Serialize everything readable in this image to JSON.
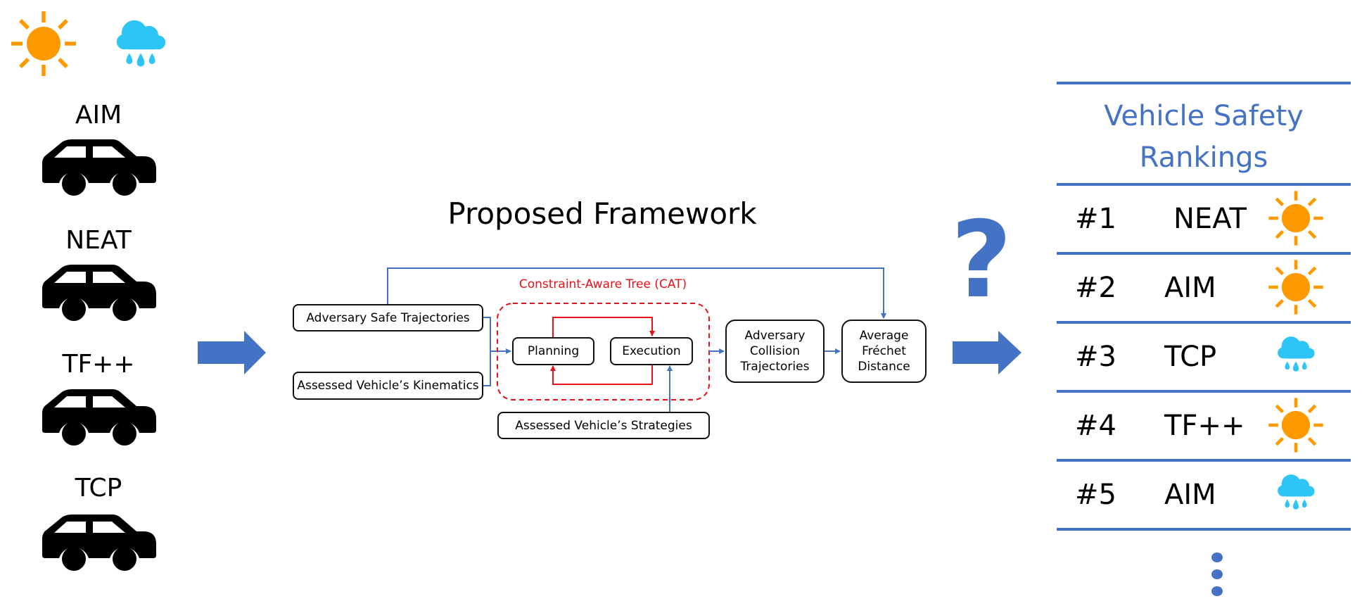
{
  "weather_legend": [
    {
      "icon": "sun-icon",
      "condition": "sunny"
    },
    {
      "icon": "rain-cloud-icon",
      "condition": "rainy"
    }
  ],
  "vehicles": [
    {
      "label": "AIM"
    },
    {
      "label": "NEAT"
    },
    {
      "label": "TF++"
    },
    {
      "label": "TCP"
    }
  ],
  "framework": {
    "title": "Proposed Framework",
    "cat_label": "Constraint-Aware Tree (CAT)",
    "inputs": {
      "safe_trajectories": "Adversary Safe Trajectories",
      "kinematics": "Assessed Vehicle’s Kinematics",
      "strategies": "Assessed Vehicle’s Strategies"
    },
    "cat_nodes": {
      "planning": "Planning",
      "execution": "Execution"
    },
    "outputs": {
      "collision_line1": "Adversary",
      "collision_line2": "Collision",
      "collision_line3": "Trajectories",
      "frechet_line1": "Average",
      "frechet_line2": "Fréchet",
      "frechet_line3": "Distance"
    }
  },
  "question_mark": "?",
  "rankings": {
    "title_line1": "Vehicle Safety",
    "title_line2": "Rankings",
    "rows": [
      {
        "rank": "#1",
        "name": "NEAT",
        "weather": "sun-icon"
      },
      {
        "rank": "#2",
        "name": "AIM",
        "weather": "sun-icon"
      },
      {
        "rank": "#3",
        "name": "TCP",
        "weather": "rain-cloud-icon"
      },
      {
        "rank": "#4",
        "name": "TF++",
        "weather": "sun-icon"
      },
      {
        "rank": "#5",
        "name": "AIM",
        "weather": "rain-cloud-icon"
      }
    ],
    "continuation": "more-rows-ellipsis"
  },
  "colors": {
    "accent_blue": "#4472C4",
    "cat_red": "#E8101A",
    "sun_orange": "#FF9900",
    "rain_blue": "#2DC5F5"
  }
}
